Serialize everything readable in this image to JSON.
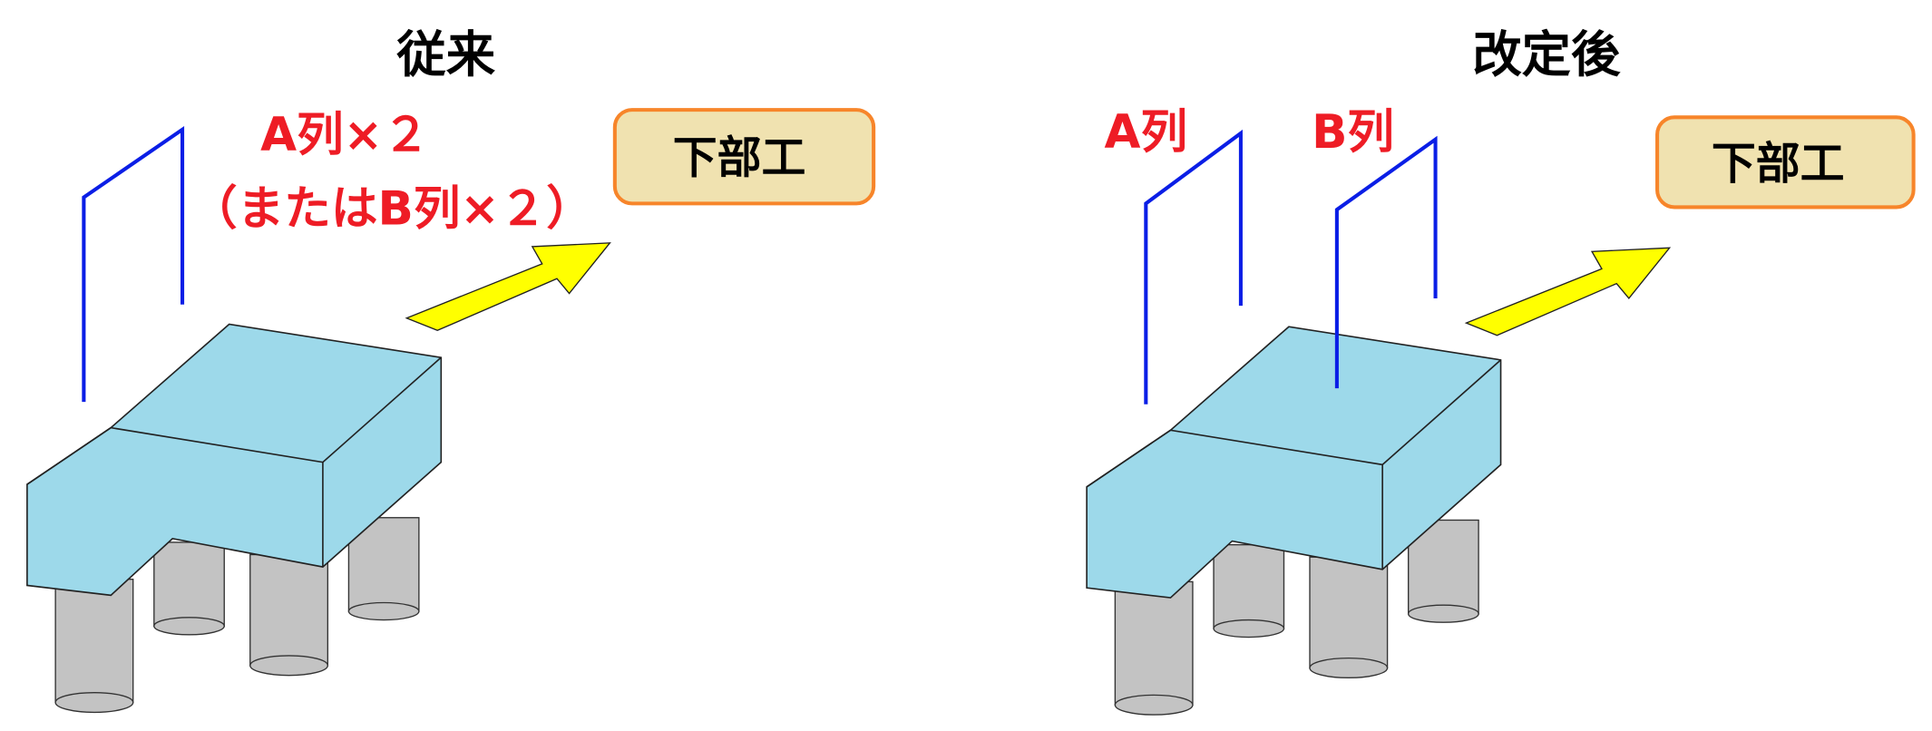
{
  "left": {
    "title": "従来",
    "label_main": "A列×２",
    "label_alt": "（またはB列×２）",
    "box_label": "下部工"
  },
  "right": {
    "title": "改定後",
    "label_a": "A列",
    "label_b": "B列",
    "box_label": "下部工"
  },
  "colors": {
    "cap": "#9dd9ea",
    "pile": "#c3c3c3",
    "rebar": "#0a1ee6",
    "arrow": "#ffff00",
    "box_fill": "#f0e2b0",
    "box_border": "#f7852a",
    "label": "#ee1c25"
  }
}
